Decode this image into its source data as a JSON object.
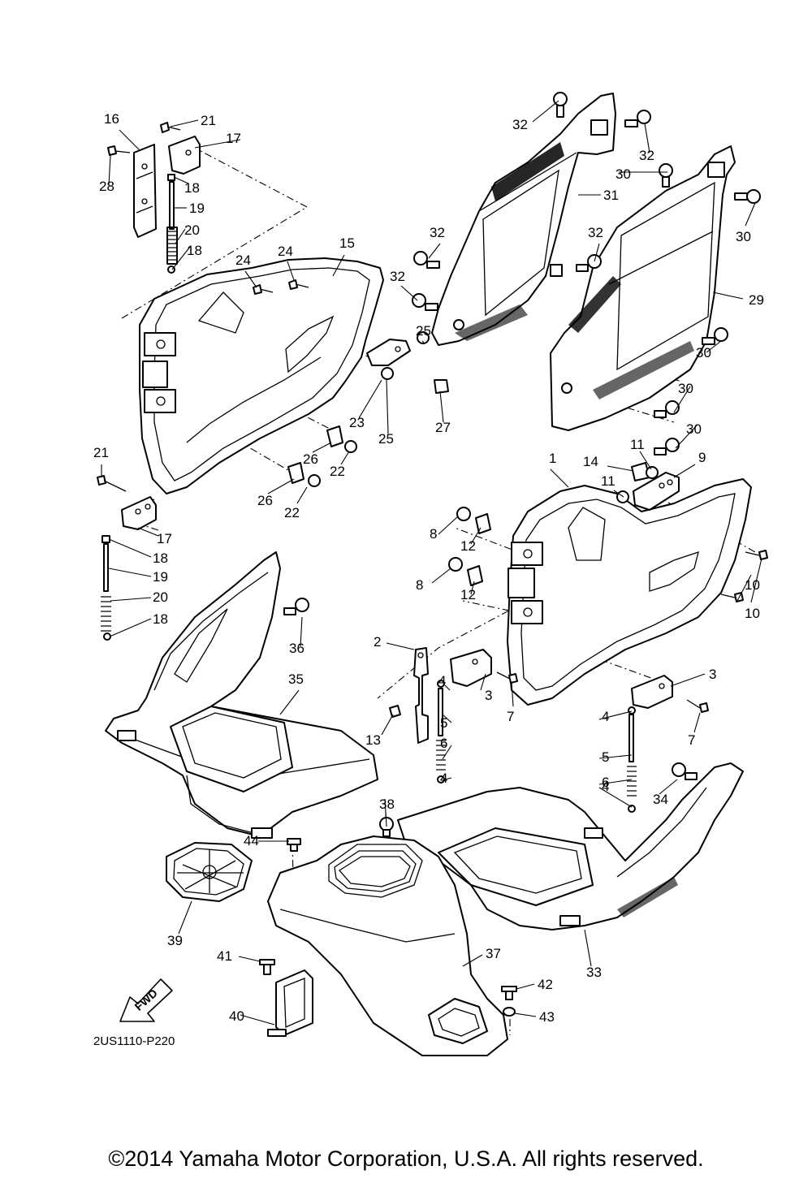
{
  "labels": [
    "1",
    "2",
    "3",
    "3",
    "4",
    "4",
    "4",
    "4",
    "5",
    "5",
    "6",
    "6",
    "7",
    "7",
    "8",
    "8",
    "9",
    "10",
    "10",
    "11",
    "11",
    "12",
    "12",
    "13",
    "14",
    "15",
    "16",
    "17",
    "17",
    "18",
    "18",
    "18",
    "18",
    "19",
    "19",
    "20",
    "20",
    "21",
    "21",
    "22",
    "22",
    "23",
    "24",
    "24",
    "25",
    "25",
    "26",
    "26",
    "27",
    "28",
    "29",
    "30",
    "30",
    "30",
    "30",
    "30",
    "31",
    "32",
    "32",
    "32",
    "32",
    "32",
    "33",
    "34",
    "35",
    "36",
    "37",
    "38",
    "39",
    "40",
    "41",
    "42",
    "43",
    "44"
  ],
  "diagram_code": "2US1110-P220",
  "fwd_label": "FWD",
  "copyright": "©2014 Yamaha Motor Corporation, U.S.A. All rights reserved."
}
